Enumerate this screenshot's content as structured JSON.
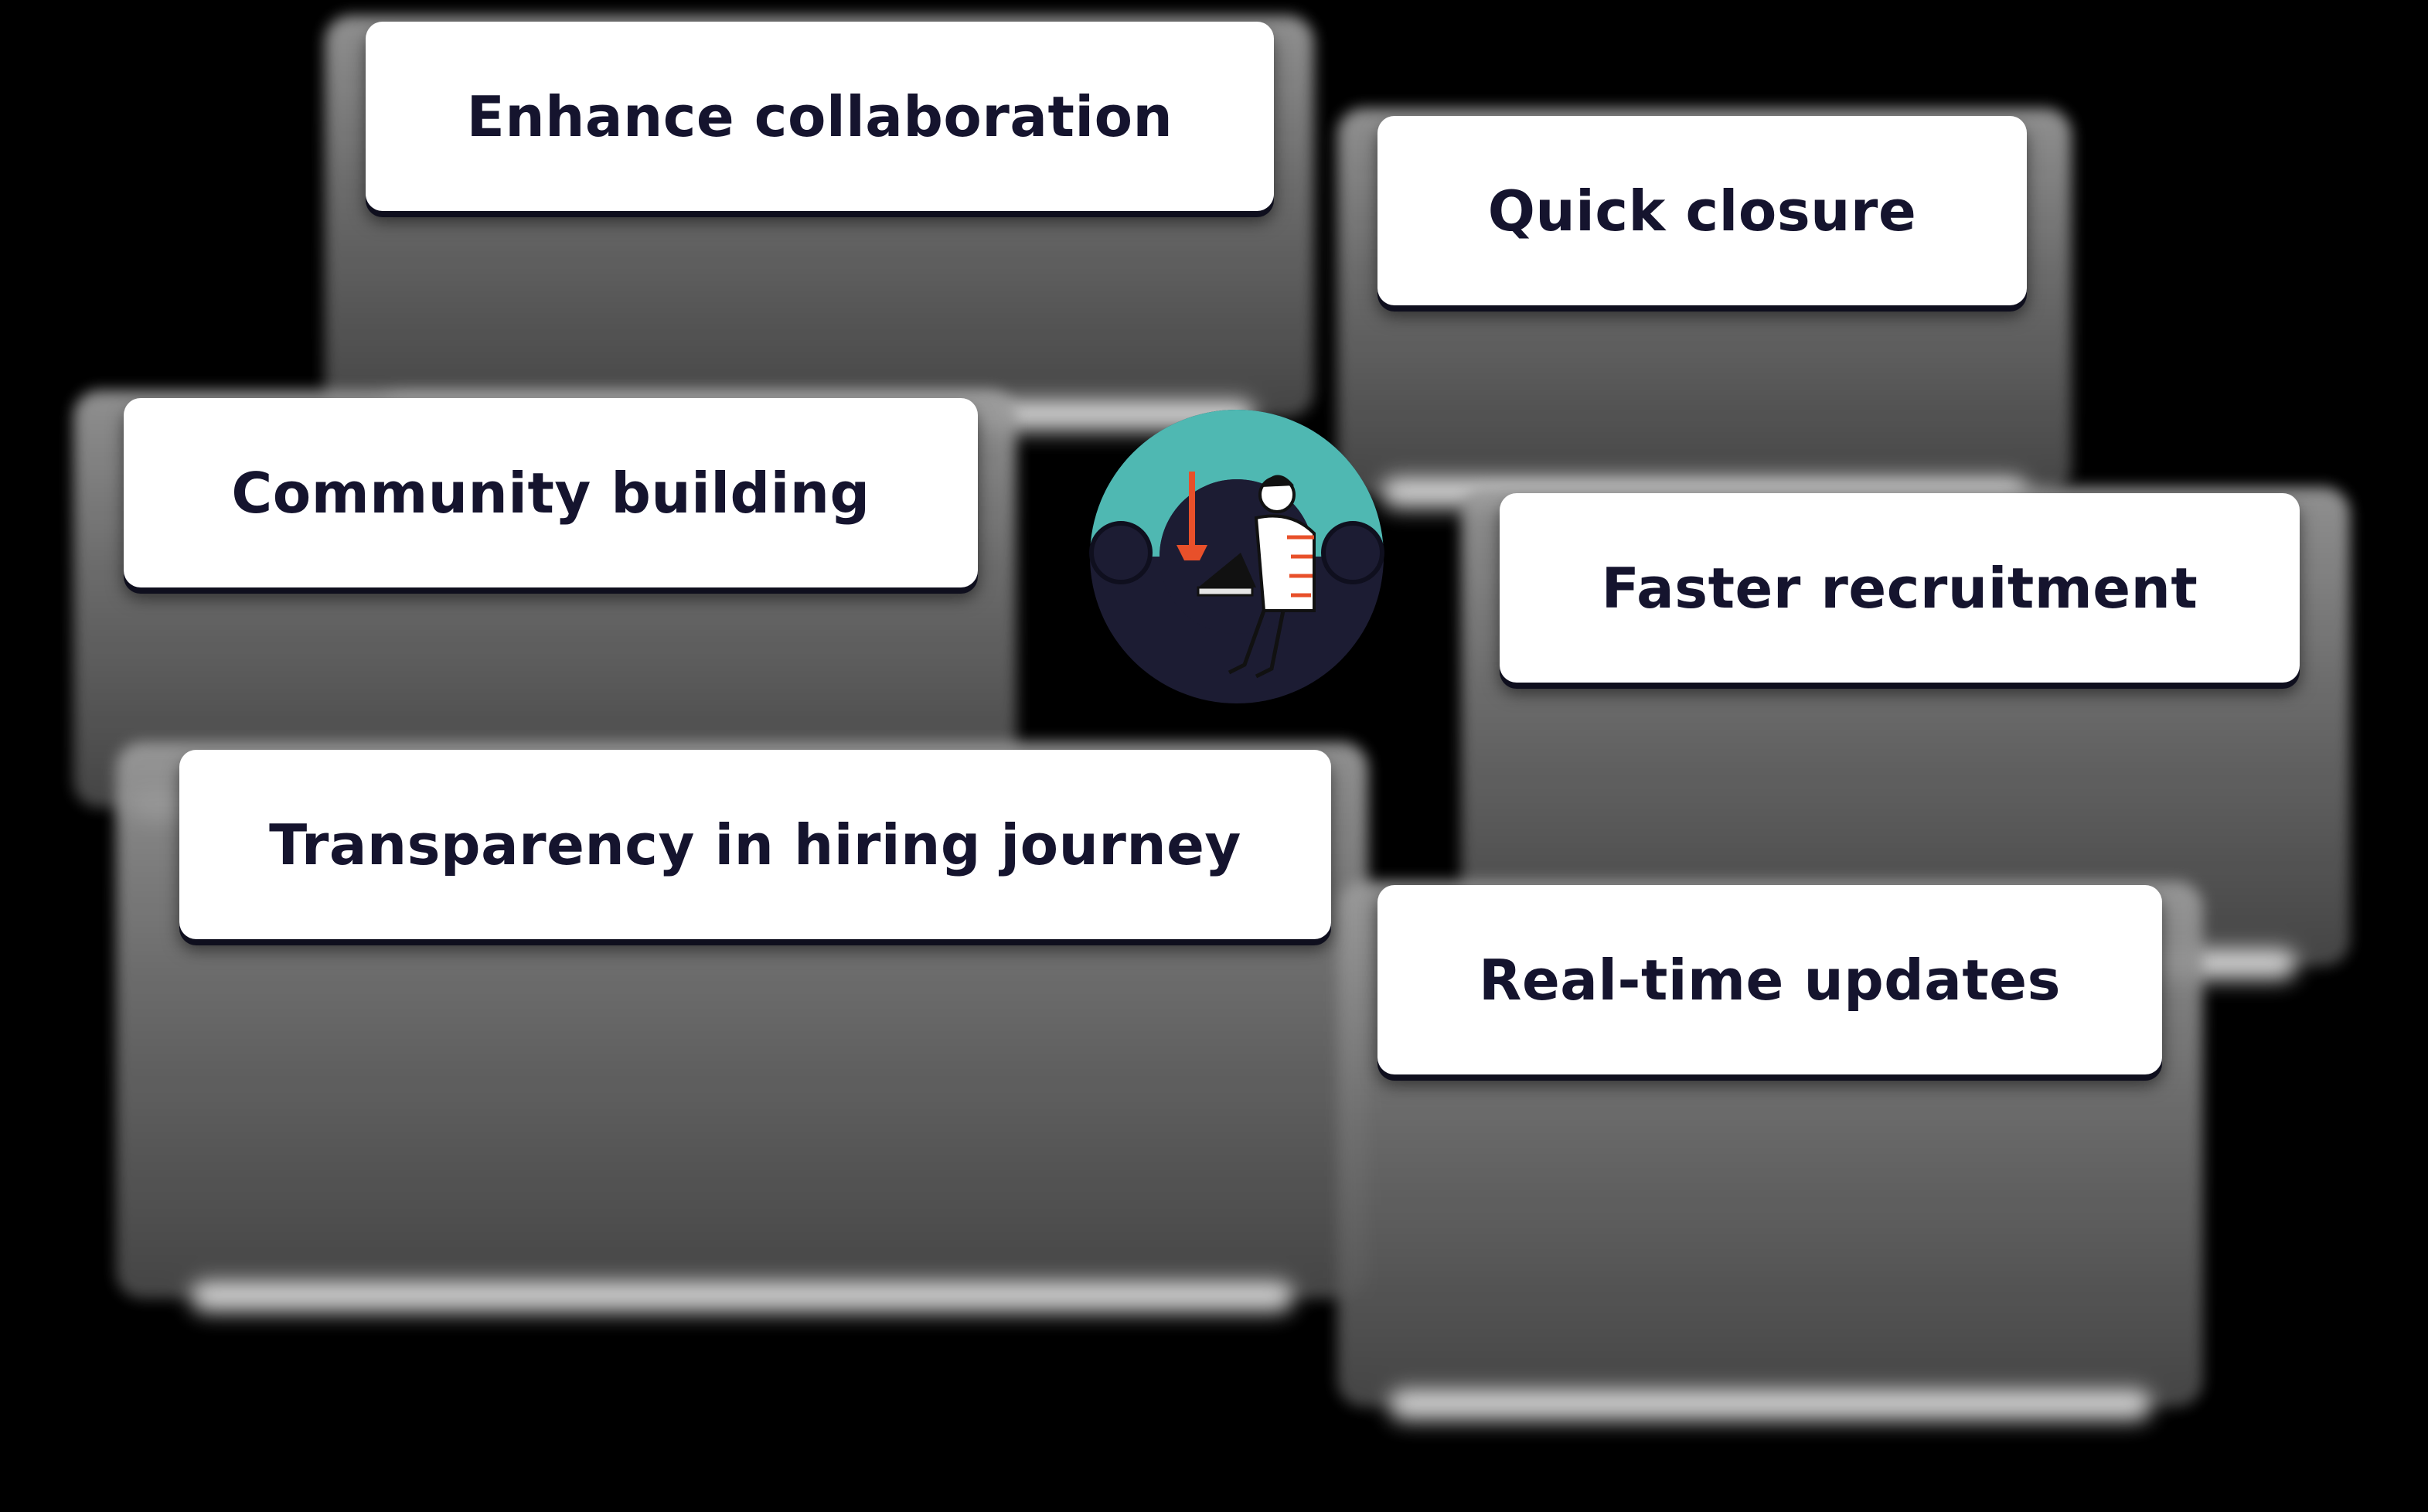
{
  "cards": [
    {
      "label": "Enhance collaboration"
    },
    {
      "label": "Quick closure"
    },
    {
      "label": "Community building"
    },
    {
      "label": "Faster recruitment"
    },
    {
      "label": "Transparency in hiring journey"
    },
    {
      "label": "Real-time updates"
    }
  ],
  "colors": {
    "background": "#000000",
    "card": "#ffffff",
    "text": "#15142e",
    "teal": "#4fb8b2",
    "navy": "#1c1c33",
    "accent": "#e8502a"
  },
  "illustration": {
    "icon": "person-with-laptop-icon"
  }
}
